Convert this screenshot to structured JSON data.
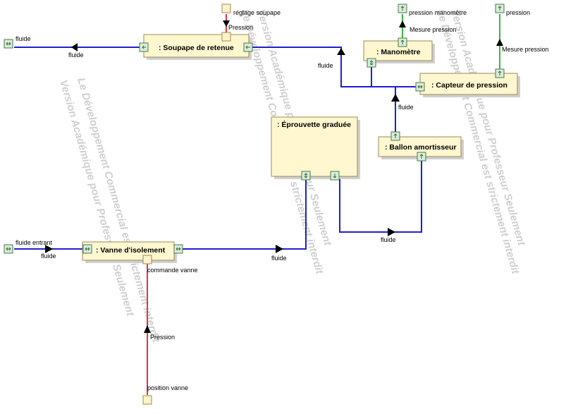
{
  "watermark": {
    "lines": [
      "Version Académique pour Professeur Seulement",
      "Le Développement Commercial est strictement interdit"
    ]
  },
  "blocks": {
    "soupape": ": Soupape de retenue",
    "manometre": ": Manomètre",
    "capteur": ": Capteur de pression",
    "eprouvette": ": Éprouvette graduée",
    "ballon": ": Ballon amortisseur",
    "vanne": ": Vanne d'isolement"
  },
  "external_ports": {
    "fluide_left": "fluide",
    "reglage": "réglage soupape",
    "pression_mano": "pression manomètre",
    "pression_right": "pression",
    "fluide_entrant": "fluide entrant",
    "position_vanne": "position vanne",
    "commande_vanne": "commande vanne"
  },
  "connector_labels": {
    "fluide_top": "fluide",
    "pression_top": "Pression",
    "mesure_mano": "Mesure pression",
    "mesure_capteur": "Mesure pression",
    "fluide_mid": "fluide",
    "fluide_ballon": "fluide",
    "fluide_bottom": "fluide",
    "fluide_vanne": "fluide",
    "fluide_entrant_link": "fluide",
    "pression_bottom": "Pression"
  },
  "colors": {
    "flow": "#1f1fd0",
    "signal": "#d83a3a",
    "measure": "#3cb53c",
    "block_fill": "#fff7d0",
    "port_fill": "#d9ecd9"
  }
}
